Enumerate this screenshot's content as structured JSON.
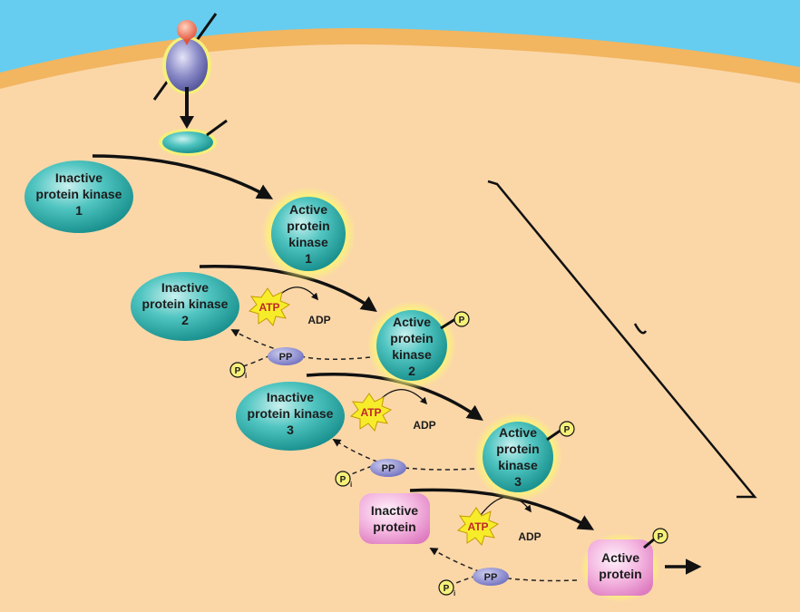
{
  "colors": {
    "extracellular": "#66cdf0",
    "membrane": "#f2b560",
    "cytoplasm": "#fbd7a8",
    "kinase": "#36b3b0",
    "glow": "#f5f06a",
    "phosphatase": "#8f8ed0",
    "protein": "#f3a9d6",
    "atp": "#f7ec2a"
  },
  "icons": [
    "receptor-icon",
    "relay-molecule-icon",
    "atp-burst-icon",
    "phosphate-icon",
    "phosphatase-icon"
  ],
  "kinases": [
    {
      "inactive": [
        "Inactive",
        "protein kinase",
        "1"
      ],
      "active": [
        "Active",
        "protein",
        "kinase",
        "1"
      ]
    },
    {
      "inactive": [
        "Inactive",
        "protein kinase",
        "2"
      ],
      "active": [
        "Active",
        "protein",
        "kinase",
        "2"
      ]
    },
    {
      "inactive": [
        "Inactive",
        "protein kinase",
        "3"
      ],
      "active": [
        "Active",
        "protein",
        "kinase",
        "3"
      ]
    }
  ],
  "protein": {
    "inactive": [
      "Inactive",
      "protein"
    ],
    "active": [
      "Active",
      "protein"
    ]
  },
  "atp": "ATP",
  "adp": "ADP",
  "pp": "PP",
  "p": "P",
  "pi": {
    "symbol": "P",
    "subscript": "i"
  }
}
